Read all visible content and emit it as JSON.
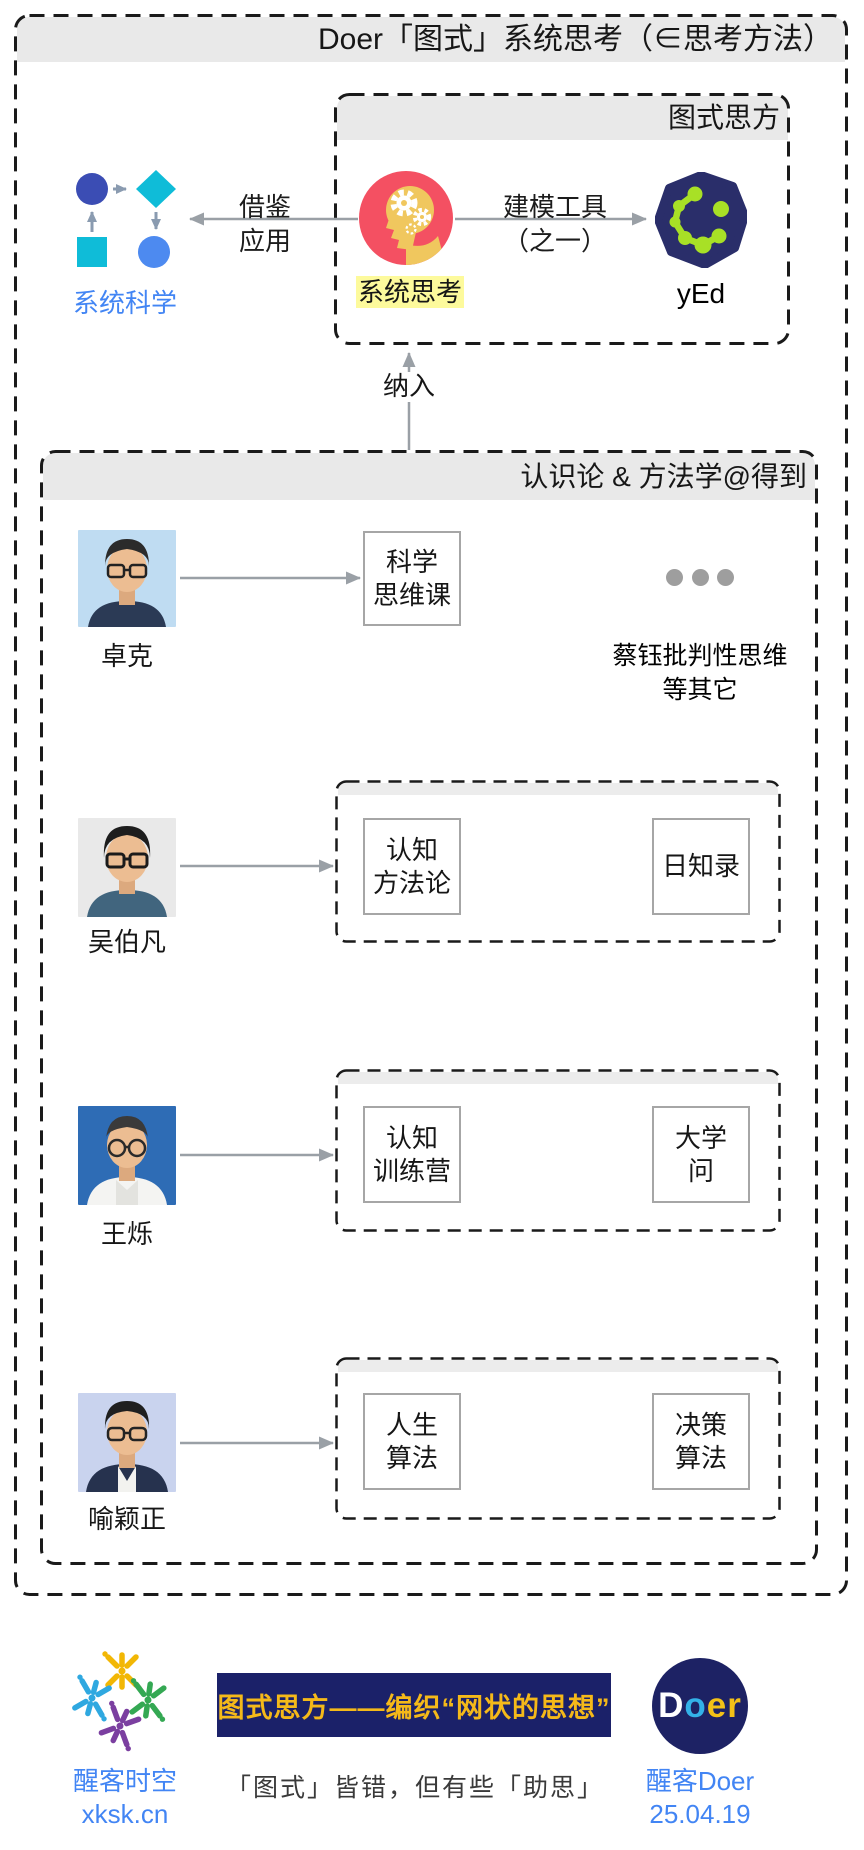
{
  "outer": {
    "title": "Doer「图式」系统思考（∈思考方法）"
  },
  "tushi": {
    "title": "图式思方",
    "system_thinking_label": "系统思考",
    "yed_label": "yEd",
    "borrow_arrow": {
      "line1": "借鉴",
      "line2": "应用"
    },
    "model_arrow": {
      "line1": "建模工具",
      "line2": "（之一）"
    },
    "system_science_label": "系统科学"
  },
  "incorporate_label": "纳入",
  "dedao": {
    "title": "认识论 & 方法学@得到",
    "rows": [
      {
        "person": "卓克",
        "course1": {
          "line1": "科学",
          "line2": "思维课"
        }
      },
      {
        "person": "吴伯凡",
        "course1": {
          "line1": "认知",
          "line2": "方法论"
        },
        "course2": {
          "line1": "日知录",
          "line2": ""
        }
      },
      {
        "person": "王烁",
        "course1": {
          "line1": "认知",
          "line2": "训练营"
        },
        "course2": {
          "line1": "大学",
          "line2": "问"
        }
      },
      {
        "person": "喻颖正",
        "course1": {
          "line1": "人生",
          "line2": "算法"
        },
        "course2": {
          "line1": "决策",
          "line2": "算法"
        }
      }
    ],
    "others": {
      "dots": "•••",
      "line1": "蔡钰批判性思维",
      "line2": "等其它"
    }
  },
  "footer": {
    "xksk": {
      "name": "醒客时空",
      "domain": "xksk.cn"
    },
    "banner": "图式思方——编织“网状的思想”",
    "quote": "「图式」皆错，但有些「助思」",
    "doer": {
      "d": "D",
      "o": "o",
      "e": "e",
      "r": "r",
      "name": "醒客Doer",
      "date": "25.04.19"
    }
  },
  "colors": {
    "band_gray": "#e9e9e9",
    "accent_blue": "#4285F4",
    "head_red": "#F45062",
    "head_yellow": "#F0C75E",
    "highlight_yellow": "#FDFA9C",
    "yed_navy": "#2A2E6A",
    "yed_green": "#A8E026",
    "banner_navy": "#1B2169",
    "banner_yellow": "#F5B919",
    "doer_navy": "#1D2264"
  }
}
